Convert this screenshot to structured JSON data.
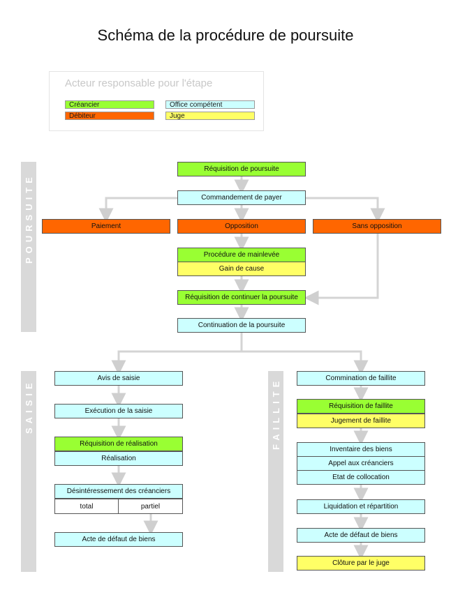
{
  "title": "Schéma de la procédure de poursuite",
  "legend": {
    "title": "Acteur responsable pour l'étape",
    "items": [
      {
        "label": "Créancier",
        "color": "#99ff33"
      },
      {
        "label": "Office compétent",
        "color": "#ccffff"
      },
      {
        "label": "Débiteur",
        "color": "#ff6600"
      },
      {
        "label": "Juge",
        "color": "#ffff66"
      }
    ]
  },
  "sections": {
    "poursuite": "POURSUITE",
    "saisie": "SAISIE",
    "faillite": "FAILLITE"
  },
  "poursuite": {
    "requisition": "Réquisition de poursuite",
    "commandement": "Commandement de payer",
    "paiement": "Paiement",
    "opposition": "Opposition",
    "sans_opposition": "Sans opposition",
    "mainlevee": "Procédure de mainlevée",
    "gain": "Gain de cause",
    "continuer": "Réquisition de continuer la poursuite",
    "continuation": "Continuation de la poursuite"
  },
  "saisie": {
    "avis": "Avis de saisie",
    "execution": "Exécution de la saisie",
    "req_realisation": "Réquisition de réalisation",
    "realisation": "Réalisation",
    "desinteressement": "Désintéressement des créanciers",
    "total": "total",
    "partiel": "partiel",
    "acte": "Acte de défaut de biens"
  },
  "faillite": {
    "commination": "Commination de faillite",
    "req_faillite": "Réquisition de faillite",
    "jugement": "Jugement de faillite",
    "inventaire": "Inventaire des biens",
    "appel": "Appel aux créanciers",
    "etat": "Etat de collocation",
    "liquidation": "Liquidation et répartition",
    "acte": "Acte de défaut de biens",
    "cloture": "Clôture par le juge"
  }
}
